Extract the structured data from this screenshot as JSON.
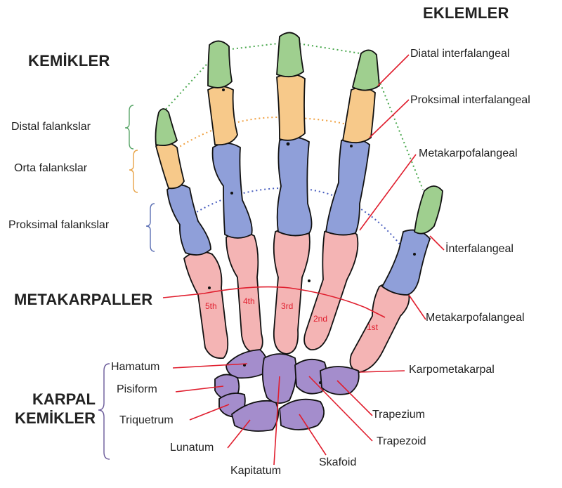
{
  "headings": {
    "bones": "KEMİKLER",
    "joints": "EKLEMLER",
    "metacarpals": "METAKARPALLER",
    "carpal_line1": "KARPAL",
    "carpal_line2": "KEMİKLER"
  },
  "phalanx_groups": {
    "distal": "Distal falankslar",
    "middle": "Orta falankslar",
    "proximal": "Proksimal falankslar"
  },
  "joints": {
    "distal_ip": "Diatal interfalangeal",
    "proximal_ip": "Proksimal interfalangeal",
    "mcp_fingers": "Metakarpofalangeal",
    "thumb_ip": "İnterfalangeal",
    "thumb_mcp": "Metakarpofalangeal",
    "cmc": "Karpometakarpal"
  },
  "metacarpal_numbers": [
    "5th",
    "4th",
    "3rd",
    "2nd",
    "1st"
  ],
  "carpals": {
    "hamatum": "Hamatum",
    "pisiform": "Pisiform",
    "triquetrum": "Triquetrum",
    "lunatum": "Lunatum",
    "kapitatum": "Kapitatum",
    "skafoid": "Skafoid",
    "trapezoid": "Trapezoid",
    "trapezium": "Trapezium"
  },
  "colors": {
    "distal": "#9fcf8f",
    "middle": "#f7c98a",
    "proximal": "#8f9fd9",
    "metacarpal": "#f4b4b4",
    "carpal": "#a48dcc",
    "leader": "#e01e2e",
    "bracket_distal": "#5aa66a",
    "bracket_middle": "#e8a347",
    "bracket_proximal": "#5b6fb3",
    "bracket_carpal": "#6a5a99"
  }
}
